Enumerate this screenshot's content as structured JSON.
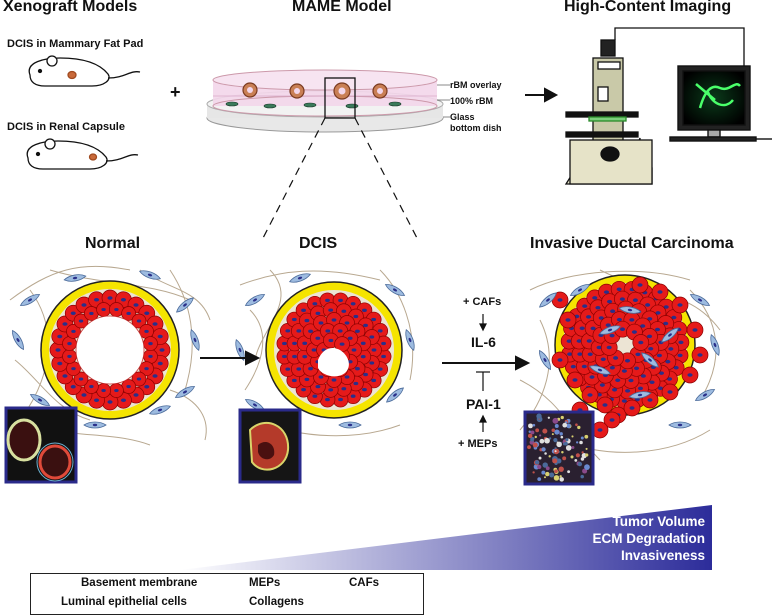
{
  "titles": {
    "xenograft": "Xenograft Models",
    "mame": "MAME Model",
    "hci": "High-Content Imaging"
  },
  "xenograft": {
    "fatpad": "DCIS in Mammary Fat Pad",
    "renal": "DCIS in Renal Capsule",
    "plus": "+"
  },
  "dish_labels": {
    "overlay": "rBM overlay",
    "rbm": "100% rBM",
    "glass_line1": "Glass",
    "glass_line2": "bottom dish"
  },
  "stages": {
    "normal": "Normal",
    "dcis": "DCIS",
    "idc": "Invasive Ductal Carcinoma"
  },
  "pathway": {
    "cafs": "+ CAFs",
    "il6": "IL-6",
    "pai1": "PAI-1",
    "meps": "+ MEPs"
  },
  "gradient": {
    "line1": "Tumor Volume",
    "line2": "ECM Degradation",
    "line3": "Invasiveness"
  },
  "legend": {
    "basement": "Basement membrane",
    "meps": "MEPs",
    "cafs": "CAFs",
    "luminal": "Luminal epithelial cells",
    "collagens": "Collagens"
  },
  "colors": {
    "membrane": "#f5e400",
    "cell": "#e51a1a",
    "nucleus": "#2a2f8a",
    "caf": "#9dbbe0",
    "gradient_dark": "#2c2c9a",
    "micro_border": "#2a2a8a"
  }
}
